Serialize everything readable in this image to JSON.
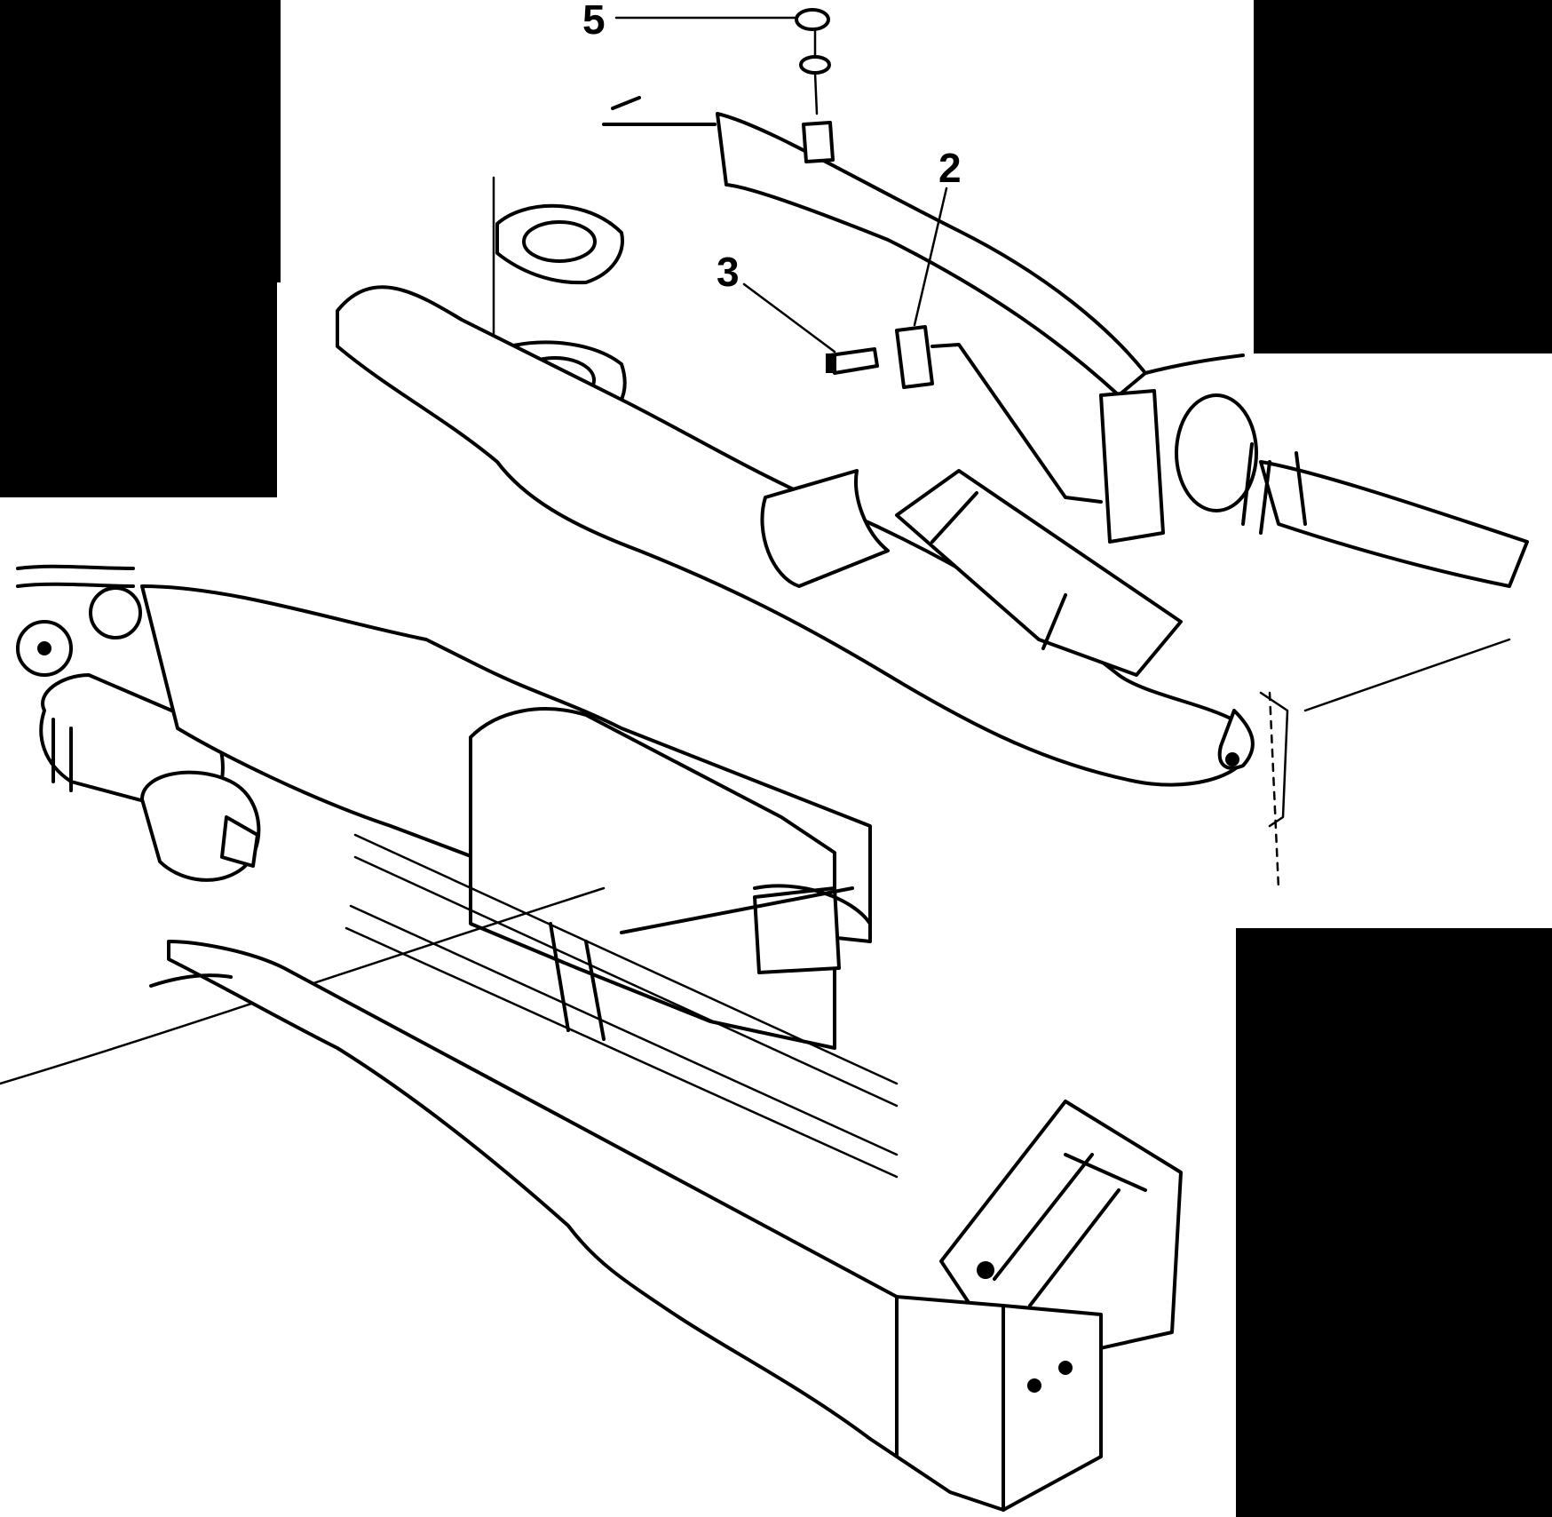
{
  "diagram": {
    "callouts": [
      {
        "id": "5",
        "label": "5"
      },
      {
        "id": "2",
        "label": "2"
      },
      {
        "id": "3",
        "label": "3"
      }
    ]
  }
}
